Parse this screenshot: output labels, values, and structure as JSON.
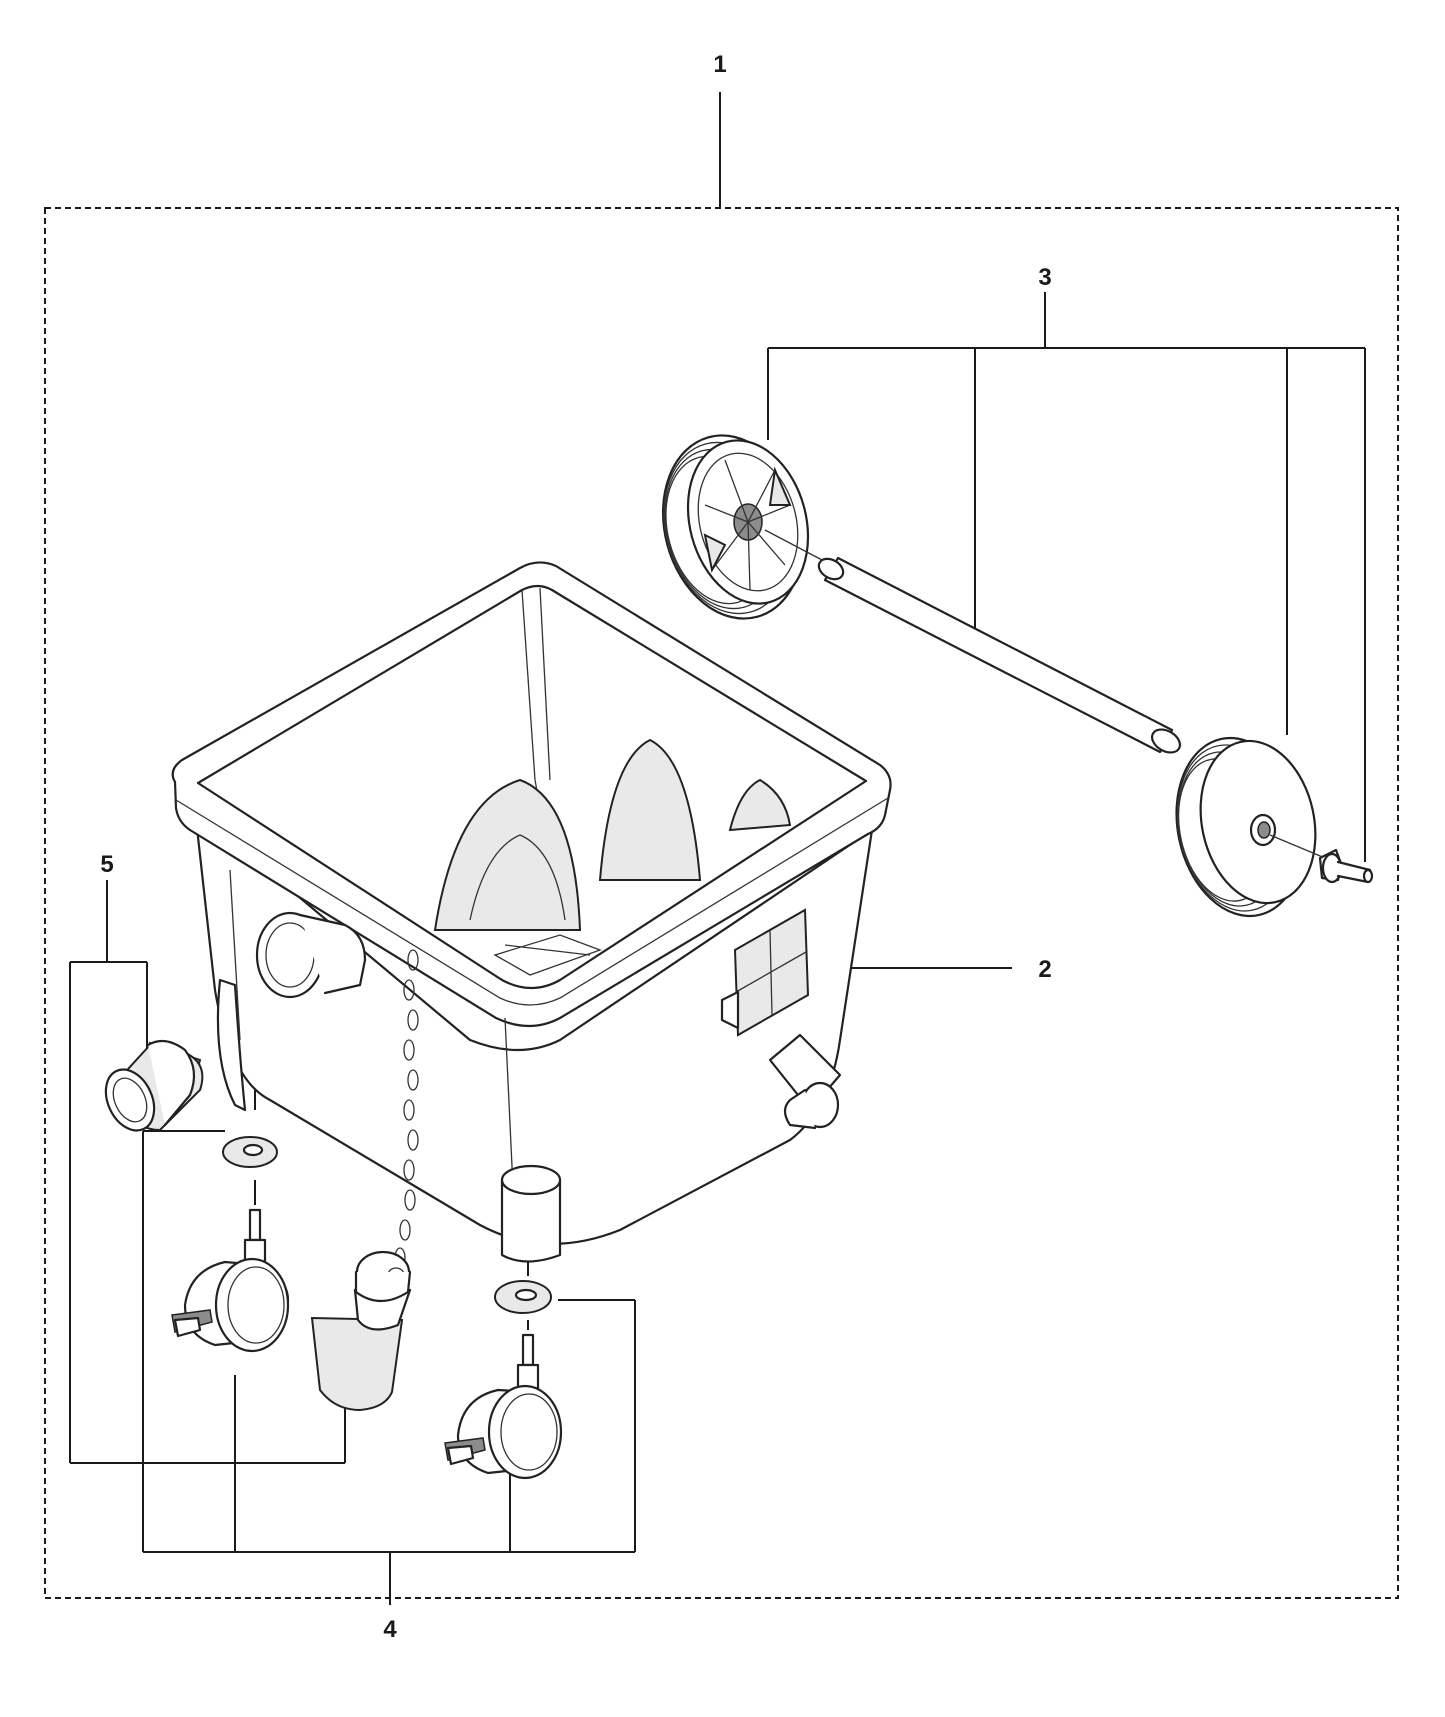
{
  "diagram": {
    "callouts": [
      {
        "id": "1",
        "label": "1"
      },
      {
        "id": "2",
        "label": "2"
      },
      {
        "id": "3",
        "label": "3"
      },
      {
        "id": "4",
        "label": "4"
      },
      {
        "id": "5",
        "label": "5"
      }
    ],
    "icons": [
      "container-bin",
      "rear-wheel",
      "axle",
      "hub-cap",
      "caster-wheel",
      "washer",
      "drain-plug",
      "chain",
      "hose-adapter",
      "label-plate"
    ],
    "colors": {
      "line": "#1a1a1a",
      "shade": "#e9e9e9",
      "background": "#ffffff"
    }
  }
}
